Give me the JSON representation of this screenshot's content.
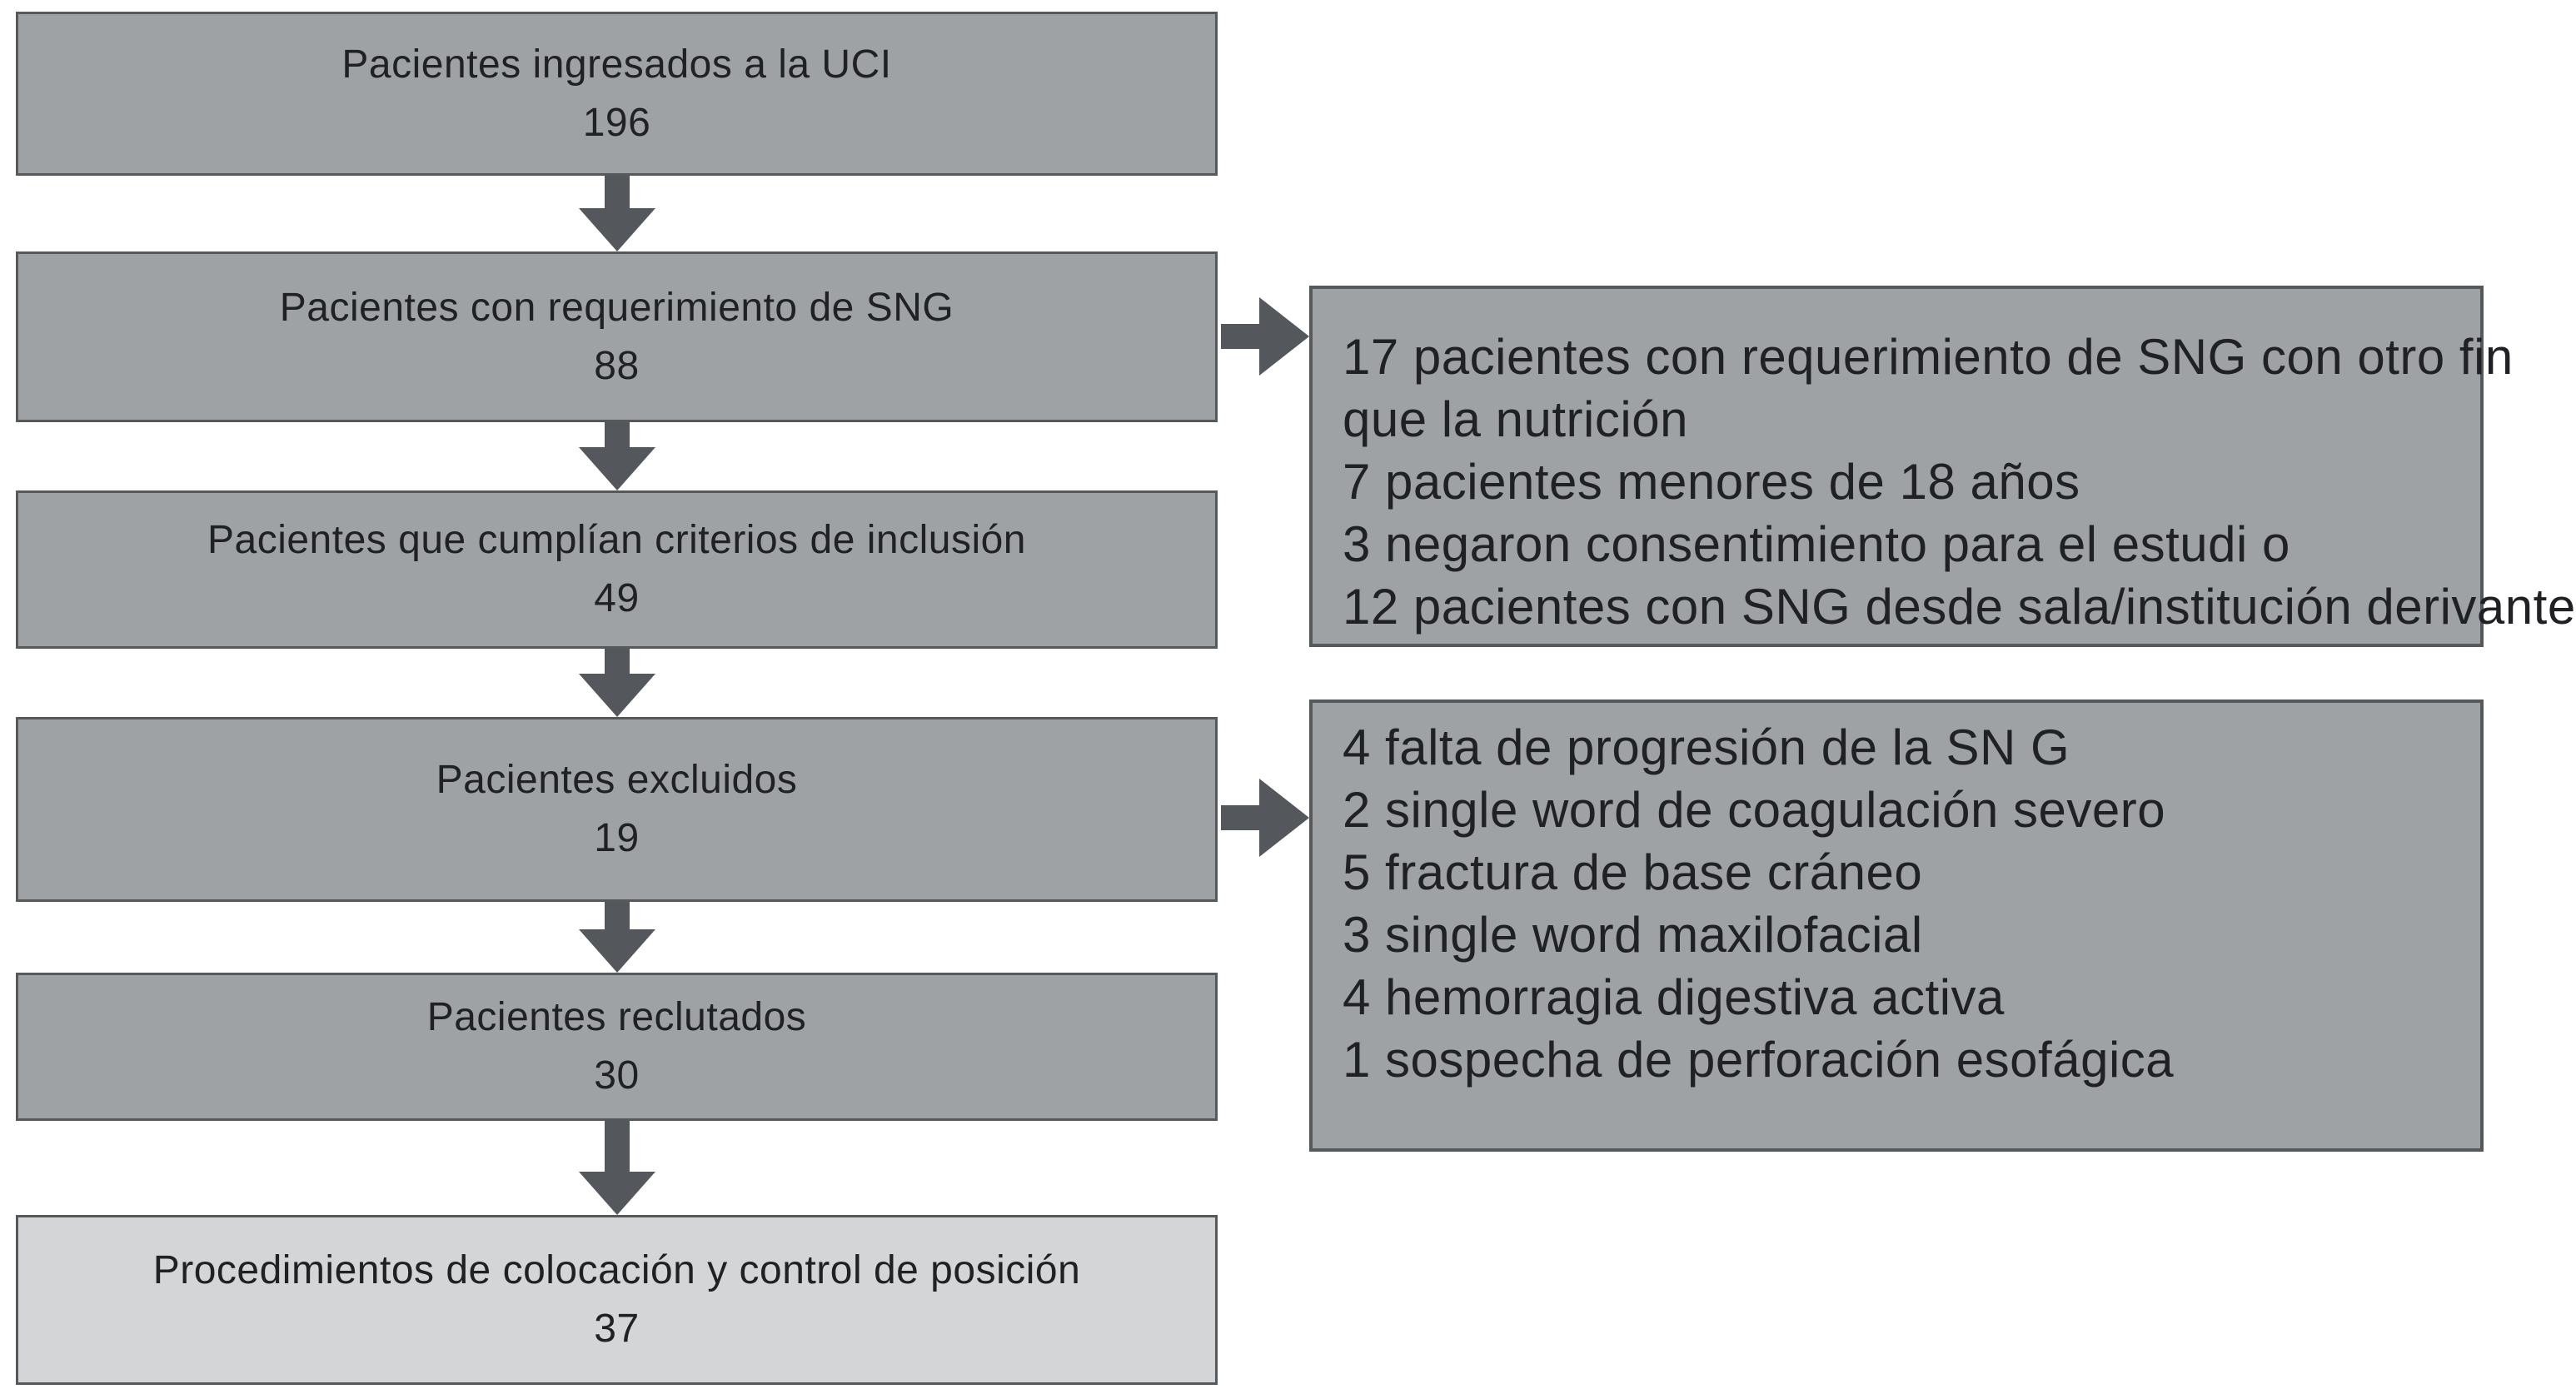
{
  "diagram": {
    "type": "patient-flow-chart",
    "language": "es",
    "colors": {
      "background": "#ffffff",
      "box_fill": "#9fa2a5",
      "box_fill_light": "#d3d5d6",
      "box_border": "#55595c",
      "arrow": "#54585c",
      "text": "#202124"
    },
    "boxes": [
      {
        "title": "Pacientes ingresados a la UCI",
        "count": "196"
      },
      {
        "title": "Pacientes con requerimiento de SNG",
        "count": "88"
      },
      {
        "title": "Pacientes que cumplían criterios de inclusión",
        "count": "49"
      },
      {
        "title": "Pacientes excluidos",
        "count": "19"
      },
      {
        "title": "Pacientes reclutados",
        "count": "30"
      },
      {
        "title": "Procedimientos de colocación y control de posición",
        "count": "37"
      }
    ],
    "side_boxes": [
      {
        "attached_to": "Pacientes con requerimiento de SNG",
        "lines": [
          "17 pacientes con requerimiento de SNG con otro fin",
          "que la nutrición",
          "7 pacientes menores de 18 años",
          "3 negaron consentimiento para el estudi o",
          "12 pacientes con SNG desde sala/institución derivante"
        ]
      },
      {
        "attached_to": "Pacientes excluidos",
        "lines": [
          "4 falta de progresión de la SN G",
          "2 single word de coagulación severo",
          "5 fractura de base cráneo",
          "3 single word maxilofacial",
          "4 hemorragia digestiva activa",
          "1 sospecha de perforación esofágica"
        ]
      }
    ]
  }
}
